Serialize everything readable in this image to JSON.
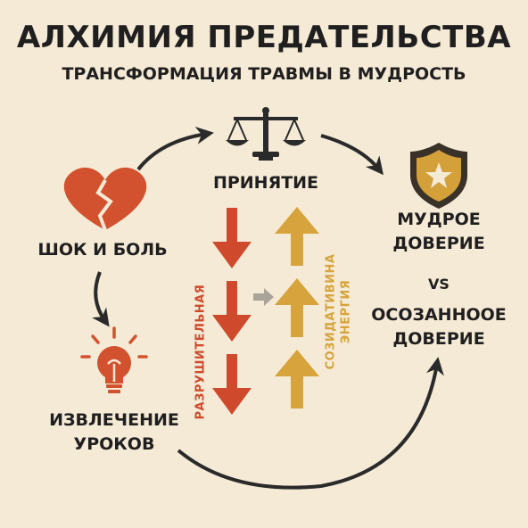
{
  "title": "АЛХИМИЯ ПРЕДАТЕЛЬСТВА",
  "subtitle": "ТРАНСФОРМАЦИЯ ТРАВМЫ В МУДРОСТЬ",
  "nodes": {
    "shock": "ШОК И БОЛЬ",
    "acceptance": "ПРИНЯТИЕ",
    "lessons_line1": "ИЗВЛЕЧЕНИЕ",
    "lessons_line2": "УРОКОВ",
    "wise_trust_line1": "МУДРОЕ",
    "wise_trust_line2": "ДОВЕРИЕ",
    "versus": "VS",
    "conscious_trust_line1": "ОСОЗАННООЕ",
    "conscious_trust_line2": "ДОВЕРИE"
  },
  "energies": {
    "destructive": "РАЗРУШИТЕЛЬНАЯ",
    "creative_line1": "СОЗИДАТИВИНА",
    "creative_line2": "ЭНЕРГИЯ"
  },
  "colors": {
    "background": "#f5ead6",
    "heart": "#d2522f",
    "destructive": "#cf4a2c",
    "creative": "#d6a33c",
    "shield": "#3a3128",
    "shield_fill": "#d3a039",
    "gray_arrow": "#a9a39a"
  },
  "icons": [
    "broken-heart-icon",
    "scales-icon",
    "shield-star-icon",
    "lightbulb-icon"
  ]
}
